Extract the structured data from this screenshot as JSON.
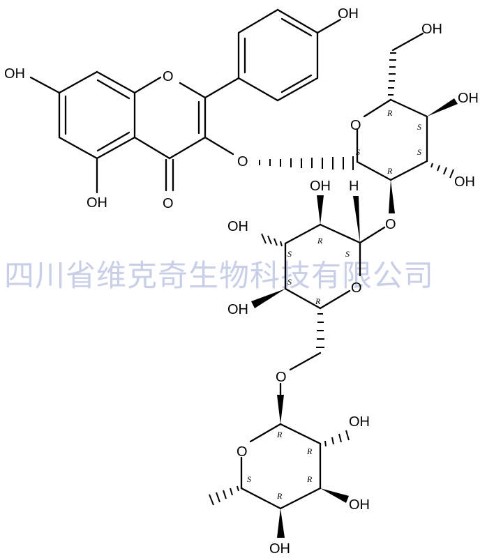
{
  "watermark": "四川省维克奇生物科技有限公司",
  "atoms": {
    "oh_phenol": "OH",
    "oh_ring_ch2": "OH",
    "oh_a7": "OH",
    "oh_glc4": "OH",
    "oh_glc3": "OH",
    "oh_a5": "OH",
    "carbonyl_o": "O",
    "ring_o_flavone": "O",
    "ring_o_glc": "O",
    "link_o_3": "O",
    "link_o_glc2": "O",
    "oh_gal2": "OH",
    "h_gal1": "H",
    "oh_gal3": "OH",
    "ring_o_gal": "O",
    "oh_gal4": "OH",
    "link_o_6": "O",
    "ring_o_rha": "O",
    "oh_rha2": "OH",
    "oh_rha3": "OH",
    "oh_rha4": "OH"
  },
  "stereo_labels": {
    "glc5": "R",
    "glc4": "S",
    "glc1": "S",
    "glc2": "R",
    "glc3": "S",
    "gal1": "S",
    "gal2": "R",
    "gal3": "S",
    "gal4": "S",
    "gal5": "R",
    "rha1": "R",
    "rha2": "R",
    "rha3": "R",
    "rha4": "R",
    "rha5": "S"
  }
}
